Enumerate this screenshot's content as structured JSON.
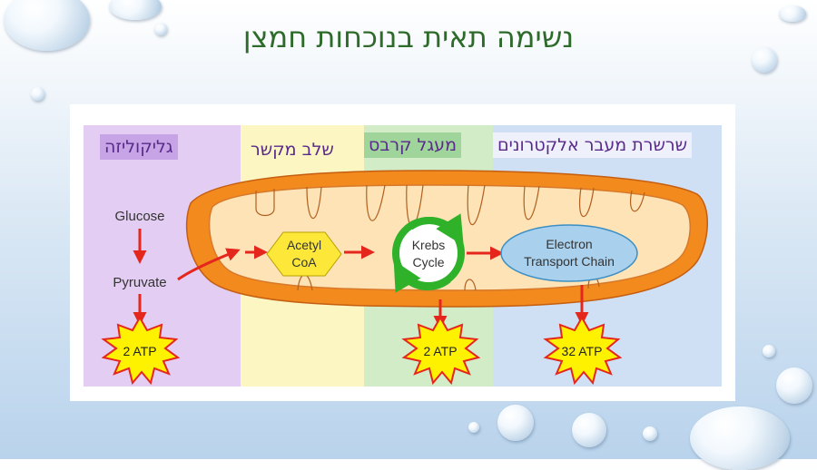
{
  "title": "נשימה תאית בנוכחות חמצן",
  "zones": {
    "glycolysis": "גליקוליזה",
    "link": "שלב מקשר",
    "krebs": "מעגל קרבס",
    "etc": "שרשרת מעבר אלקטרונים"
  },
  "diagram": {
    "glucose": "Glucose",
    "pyruvate": "Pyruvate",
    "acetyl_line1": "Acetyl",
    "acetyl_line2": "CoA",
    "krebs_line1": "Krebs",
    "krebs_line2": "Cycle",
    "etc_line1": "Electron",
    "etc_line2": "Transport Chain",
    "atp_glycolysis": "2 ATP",
    "atp_krebs": "2 ATP",
    "atp_etc": "32 ATP"
  },
  "colors": {
    "title": "#2e6b2b",
    "glycolysis_bg": "#e3cdf2",
    "link_bg": "#fbf6c2",
    "krebs_bg": "#d3ecc8",
    "etc_bg": "#cfe0f4",
    "mito_orange": "#f28a1e",
    "mito_inner": "#fde3b6",
    "arrow_red": "#e5261c",
    "atp_yellow": "#fff200"
  }
}
